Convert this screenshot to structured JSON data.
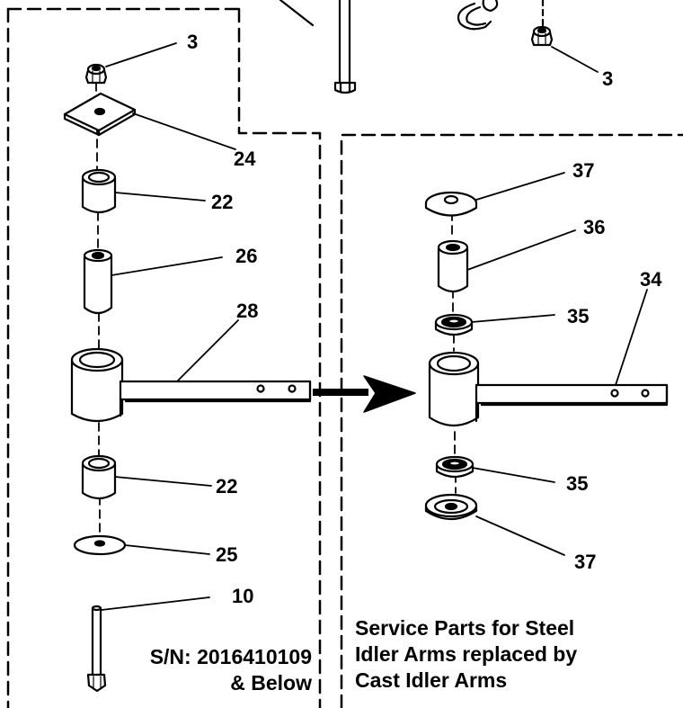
{
  "callouts": {
    "top_left_nut": "3",
    "top_right_nut": "3",
    "plate": "24",
    "upper_bushing": "22",
    "spacer": "26",
    "idler_arm": "28",
    "lower_bushing": "22",
    "washer": "25",
    "bolt": "10",
    "top_washer": "37",
    "service_spacer": "36",
    "upper_bearing": "35",
    "cast_arm": "34",
    "lower_bearing": "35",
    "bottom_washer": "37"
  },
  "captions": {
    "serial_line1": "S/N: 2016410109",
    "serial_line2": "& Below",
    "service_line1": "Service Parts for Steel",
    "service_line2": "Idler Arms replaced by",
    "service_line3": "Cast Idler Arms"
  },
  "colors": {
    "ink": "#000000",
    "background": "#ffffff"
  }
}
